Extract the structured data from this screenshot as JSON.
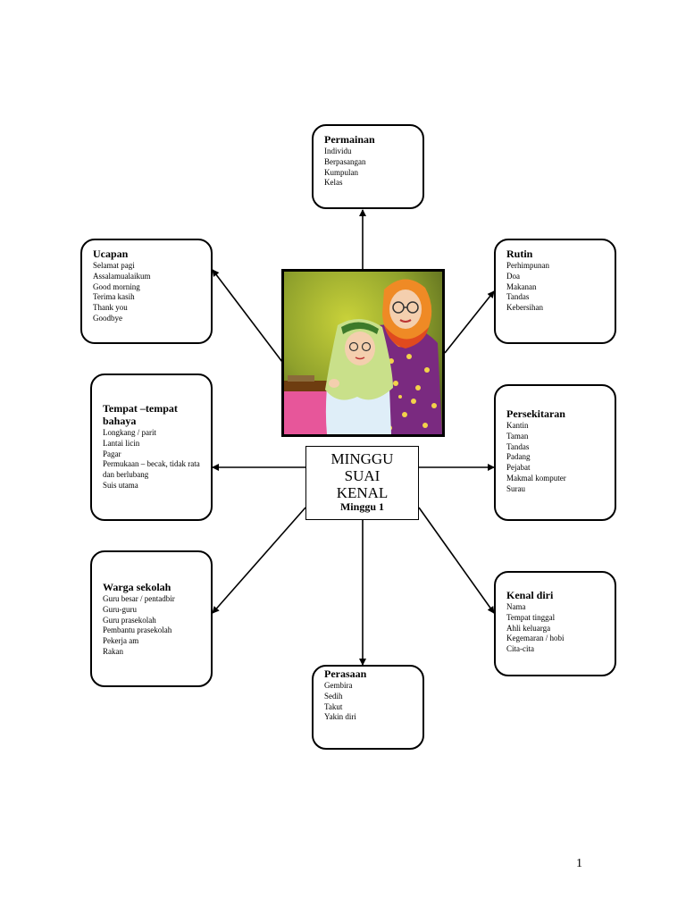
{
  "center": {
    "title_line1": "MINGGU",
    "title_line2": "SUAI",
    "title_line3": "KENAL",
    "subtitle": "Minggu 1"
  },
  "boxes": {
    "permainan": {
      "title": "Permainan",
      "items": [
        "Individu",
        "Berpasangan",
        "Kumpulan",
        "Kelas"
      ]
    },
    "ucapan": {
      "title": "Ucapan",
      "items": [
        "Selamat pagi",
        "Assalamualaikum",
        "Good morning",
        "Terima kasih",
        "Thank you",
        "Goodbye"
      ]
    },
    "rutin": {
      "title": "Rutin",
      "items": [
        "Perhimpunan",
        "Doa",
        "Makanan",
        "Tandas",
        "Kebersihan"
      ]
    },
    "tempat": {
      "title_line1": "Tempat –tempat",
      "title_line2": "bahaya",
      "items": [
        "Longkang / parit",
        "Lantai licin",
        "Pagar",
        "Permukaan – becak, tidak rata  dan  berlubang",
        "Suis utama"
      ]
    },
    "persekitaran": {
      "title": "Persekitaran",
      "items": [
        "Kantin",
        "Taman",
        "Tandas",
        "Padang",
        "Pejabat",
        "Makmal komputer",
        "Surau"
      ]
    },
    "warga": {
      "title": "Warga sekolah",
      "items": [
        "Guru besar / pentadbir",
        "Guru-guru",
        "Guru prasekolah",
        "Pembantu prasekolah",
        "Pekerja am",
        "Rakan"
      ]
    },
    "kenal": {
      "title": "Kenal diri",
      "items": [
        "Nama",
        "Tempat tinggal",
        "Ahli keluarga",
        "Kegemaran / hobi",
        "Cita-cita"
      ]
    },
    "perasaan": {
      "title": "Perasaan",
      "items": [
        "Gembira",
        "Sedih",
        "Takut",
        "Yakin diri"
      ]
    }
  },
  "page_number": "1"
}
